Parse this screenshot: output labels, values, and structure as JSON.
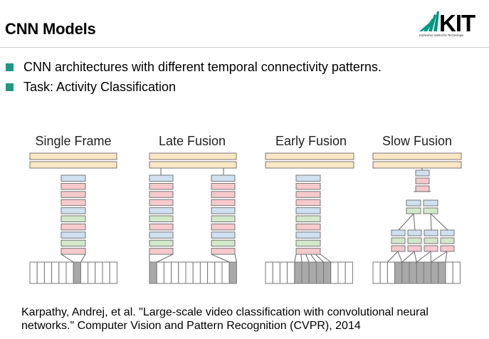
{
  "slide": {
    "title": "CNN Models",
    "bullets": [
      "CNN architectures with different temporal connectivity patterns.",
      "Task: Activity Classification"
    ],
    "citation": "Karpathy, Andrej, et al. \"Large-scale video classification with convolutional neural networks.\" Computer Vision and Pattern Recognition (CVPR), 2014"
  },
  "logo": {
    "text": "KIT",
    "subtitle": "Karlsruher Institut für Technologie",
    "color": "#009682"
  },
  "diagram": {
    "columns": [
      {
        "label": "Single Frame"
      },
      {
        "label": "Late Fusion"
      },
      {
        "label": "Early Fusion"
      },
      {
        "label": "Slow Fusion"
      }
    ],
    "layer_colors": {
      "blue": "#cfe0f1",
      "red": "#f6c9cd",
      "green": "#d3e8c9",
      "fc": "#fbe7c3",
      "frame_active": "#a9a9a9"
    }
  }
}
